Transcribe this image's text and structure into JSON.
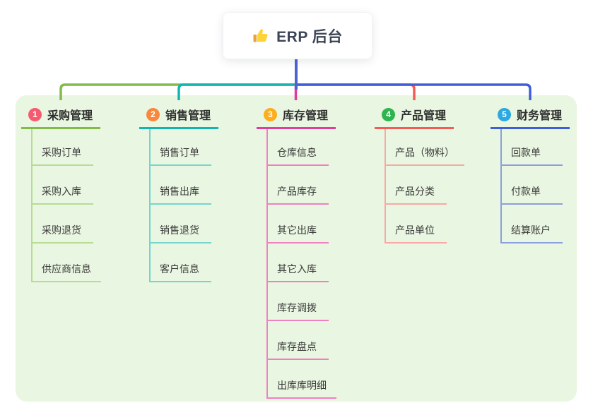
{
  "root": {
    "label": "ERP 后台",
    "icon": "thumbs-up-icon"
  },
  "colors": {
    "canvas_bg": "#FFFFFF",
    "panel_bg": "#E9F6E1",
    "root_connector": "#4C63D2",
    "root_text": "#3B4355"
  },
  "branches": [
    {
      "number": "1",
      "label": "采购管理",
      "color": "#82BB47",
      "light_color": "#B7DC94",
      "badge_color": "#F75A70",
      "children": [
        "采购订单",
        "采购入库",
        "采购退货",
        "供应商信息"
      ]
    },
    {
      "number": "2",
      "label": "销售管理",
      "color": "#13B5B1",
      "light_color": "#76D6CE",
      "badge_color": "#F8883E",
      "children": [
        "销售订单",
        "销售出库",
        "销售退货",
        "客户信息"
      ]
    },
    {
      "number": "3",
      "label": "库存管理",
      "color": "#DE3F9B",
      "light_color": "#F180C1",
      "badge_color": "#FCAE1E",
      "children": [
        "仓库信息",
        "产品库存",
        "其它出库",
        "其它入库",
        "库存调拨",
        "库存盘点",
        "出库库明细"
      ]
    },
    {
      "number": "4",
      "label": "产品管理",
      "color": "#F45B55",
      "light_color": "#F9A8A3",
      "badge_color": "#2EB550",
      "children": [
        "产品（物料）",
        "产品分类",
        "产品单位"
      ]
    },
    {
      "number": "5",
      "label": "财务管理",
      "color": "#3E5FD7",
      "light_color": "#8C9FDE",
      "badge_color": "#2BA9E1",
      "children": [
        "回款单",
        "付款单",
        "结算账户"
      ]
    }
  ]
}
